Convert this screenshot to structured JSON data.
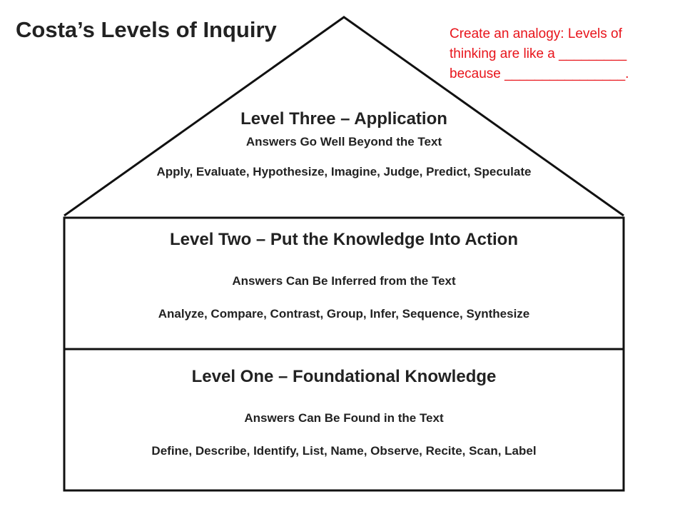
{
  "title": "Costa’s Levels of Inquiry",
  "prompt": {
    "line1": "Create an analogy: Levels of",
    "line2": "thinking are like a _________",
    "line3": "because ________________.",
    "color": "#e8141b"
  },
  "levels": [
    {
      "heading": "Level Three – Application",
      "answers": "Answers Go Well Beyond the Text",
      "verbs": "Apply, Evaluate, Hypothesize, Imagine, Judge, Predict, Speculate"
    },
    {
      "heading": "Level Two – Put the Knowledge Into Action",
      "answers": "Answers Can Be Inferred from the Text",
      "verbs": "Analyze, Compare, Contrast, Group, Infer, Sequence, Synthesize"
    },
    {
      "heading": "Level One – Foundational Knowledge",
      "answers": "Answers Can Be Found in the Text",
      "verbs": "Define, Describe, Identify, List, Name, Observe, Recite, Scan, Label"
    }
  ]
}
